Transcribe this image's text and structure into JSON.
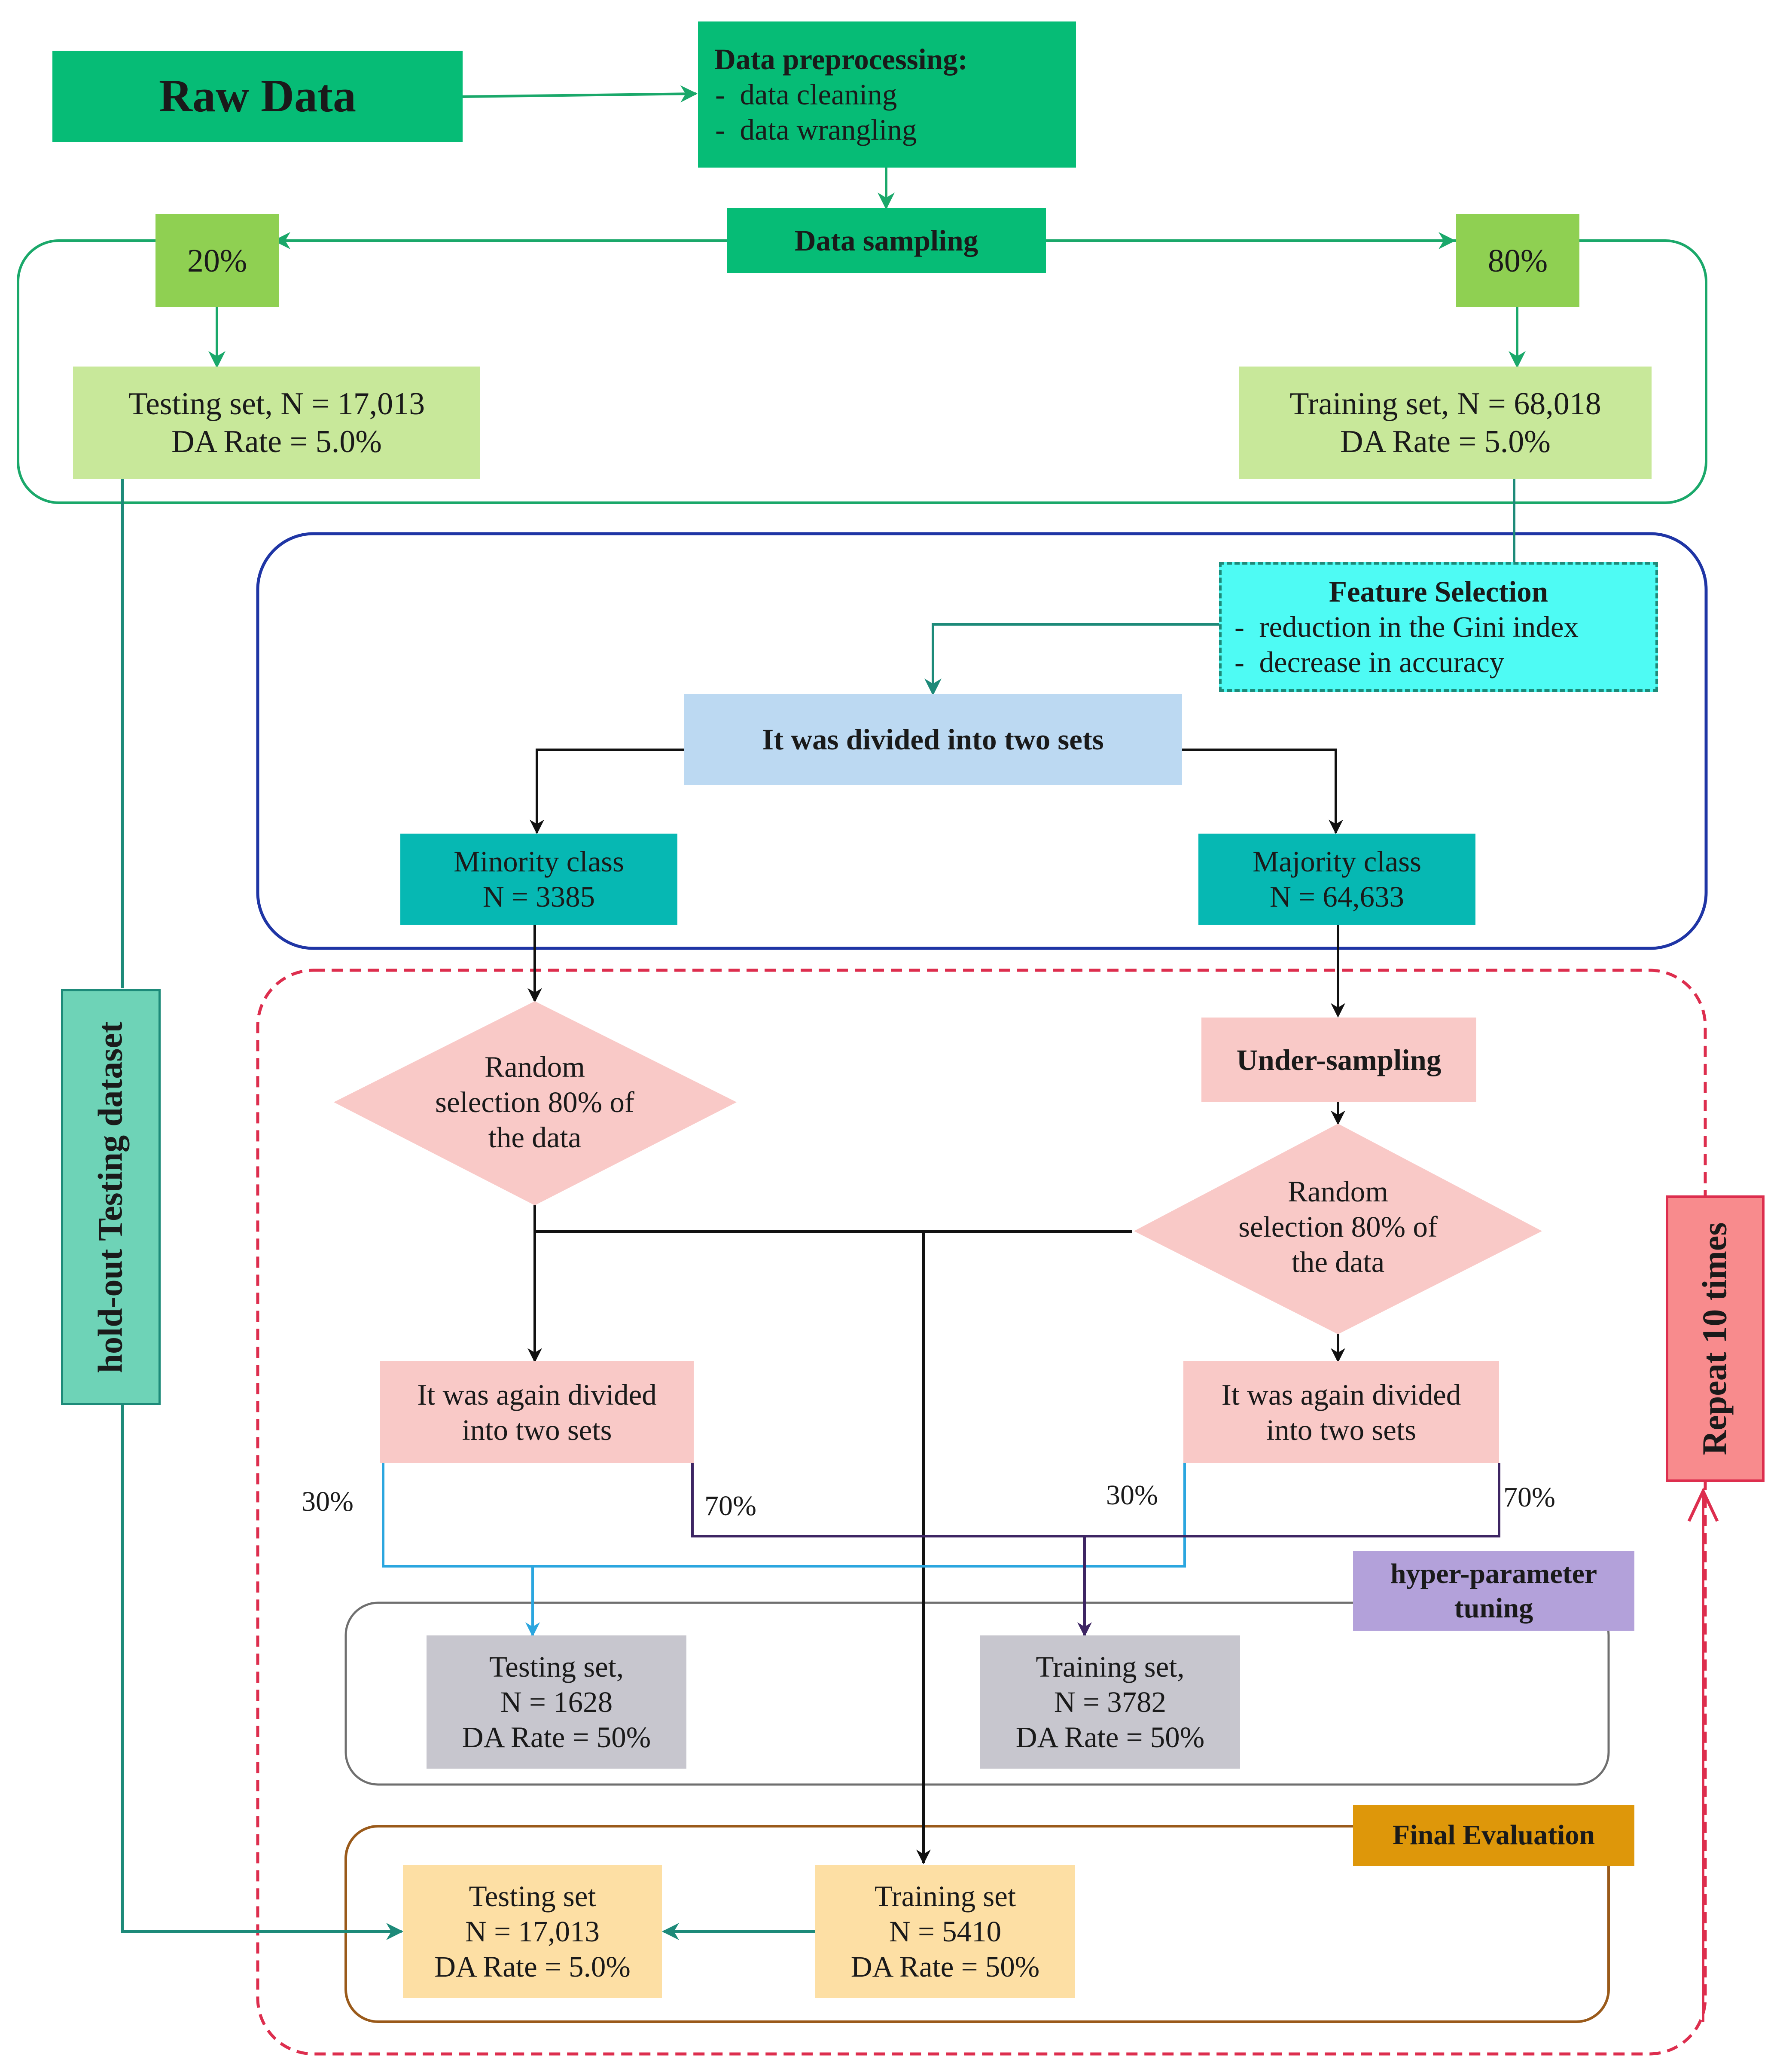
{
  "raw_data": "Raw Data",
  "preprocessing": {
    "title": "Data preprocessing:",
    "items": [
      "-  data cleaning",
      "-  data wrangling"
    ]
  },
  "sampling": "Data sampling",
  "split_test_pct": "20%",
  "split_train_pct": "80%",
  "testing_set": {
    "line1": "Testing set, N = 17,013",
    "line2": "DA Rate = 5.0%"
  },
  "training_set": {
    "line1": "Training set, N = 68,018",
    "line2": "DA Rate = 5.0%"
  },
  "feature_selection": {
    "title": "Feature Selection",
    "items": [
      "-  reduction in the Gini index",
      "-  decrease in accuracy"
    ]
  },
  "divided": "It was divided into two sets",
  "minority": {
    "line1": "Minority class",
    "line2": "N = 3385"
  },
  "majority": {
    "line1": "Majority class",
    "line2": "N = 64,633"
  },
  "holdout": "hold-out Testing dataset",
  "undersampling": "Under-sampling",
  "random_selection_left": [
    "Random",
    "selection 80% of",
    "the data"
  ],
  "random_selection_right": [
    "Random",
    "selection 80% of",
    "the data"
  ],
  "again_divided_left": [
    "It was again divided",
    "into two sets"
  ],
  "again_divided_right": [
    "It was again divided",
    "into two sets"
  ],
  "pct_left_30": "30%",
  "pct_left_70": "70%",
  "pct_right_30": "30%",
  "pct_right_70": "70%",
  "repeat": "Repeat 10 times",
  "hyper": [
    "hyper-parameter",
    "tuning"
  ],
  "tuning_test": [
    "Testing set,",
    "N = 1628",
    "DA Rate = 50%"
  ],
  "tuning_train": [
    "Training set,",
    "N = 3782",
    "DA Rate = 50%"
  ],
  "final_eval": "Final Evaluation",
  "final_test": [
    "Testing set",
    "N = 17,013",
    "DA Rate = 5.0%"
  ],
  "final_train": [
    "Training set",
    "N = 5410",
    "DA Rate = 50%"
  ],
  "colors": {
    "dark_green": "#06bc76",
    "light_lime": "#c8e89a",
    "lime": "#8fd052",
    "cyan": "#4efbf4",
    "light_blue": "#bcd9f2",
    "teal": "#06b8b3",
    "pink": "#f9c9c7",
    "gray": "#c7c6ce",
    "peach": "#fddfa4",
    "lavender": "#b3a1da",
    "orange": "#de970a",
    "holdout_green": "#6ed3b7",
    "repeat_red": "#f88b8d"
  }
}
